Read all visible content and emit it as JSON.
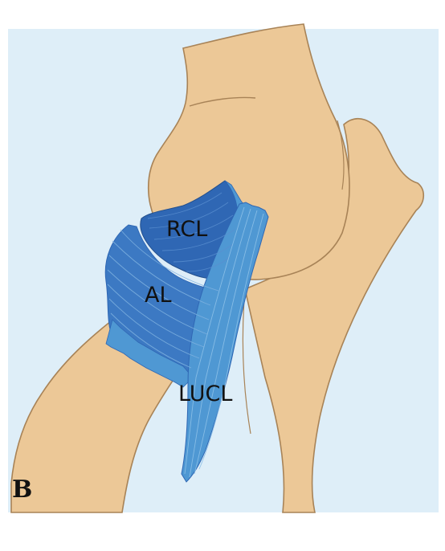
{
  "labels": {
    "rcl": "RCL",
    "al": "AL",
    "lucl": "LUCL",
    "panel": "B"
  },
  "colors": {
    "background_panel": "#deeef8",
    "bone_fill": "#ecc897",
    "bone_outline": "#a88357",
    "ligament_dark": "#2f67b4",
    "ligament_mid": "#3c79c3",
    "ligament_light": "#4f98d3",
    "fiber_line": "#7fb2e0"
  }
}
